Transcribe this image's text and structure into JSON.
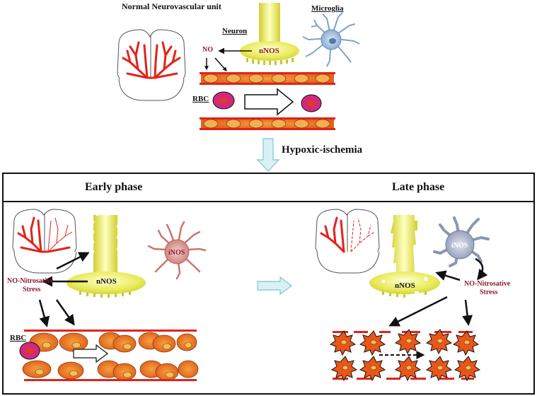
{
  "top": {
    "title": "Normal Neurovascular unit",
    "neuron": "Neuron",
    "microglia": "Microglia",
    "nnos": "nNOS",
    "no": "NO",
    "rbc": "RBC"
  },
  "transition": {
    "label": "Hypoxic-ischemia"
  },
  "early": {
    "title": "Early phase",
    "nnos": "nNOS",
    "inos": "iNOS",
    "stress_line1": "NO-Nitrosative",
    "stress_line2": "Stress",
    "rbc": "RBC"
  },
  "late": {
    "title": "Late phase",
    "nnos": "nNOS",
    "inos": "iNOS",
    "stress_line1": "NO-Nitrosative",
    "stress_line2": "Stress"
  },
  "colors": {
    "vessel_red": "#e2231a",
    "rbc_orange": "#ee7a1e",
    "neuron_yellow": "#e6e64a",
    "microglia_blue": "#8fb2d6",
    "microglia_pink": "#d98c88",
    "microglia_grey": "#9aa6bf",
    "arrow_cyan": "#bfe8f0"
  }
}
